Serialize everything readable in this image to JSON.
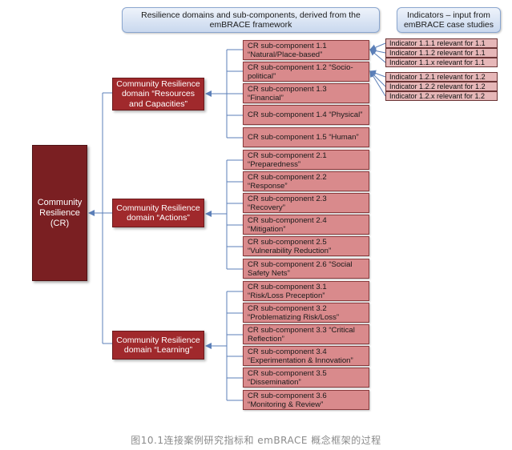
{
  "header": {
    "left": "Resilience domains and sub-components, derived from the embrace framework",
    "left_line1": "Resilience domains and sub-components, derived from the",
    "left_line2": "emBRACE framework",
    "right_line1": "Indicators – input from",
    "right_line2": "emBRACE case studies"
  },
  "root": {
    "line1": "Community",
    "line2": "Resilience",
    "line3": "(CR)"
  },
  "domains": [
    {
      "line1": "Community Resilience",
      "line2": "domain “Resources",
      "line3": "and Capacities”"
    },
    {
      "line1": "Community Resilience",
      "line2": "domain “Actions”"
    },
    {
      "line1": "Community Resilience",
      "line2": "domain “Learning”"
    }
  ],
  "subs": [
    {
      "l1": "CR sub-component 1.1",
      "l2": "“Natural/Place-based”"
    },
    {
      "l1": "CR sub-component 1.2 “Socio-",
      "l2": "political”"
    },
    {
      "l1": "CR sub-component 1.3 “Financial”",
      "l2": ""
    },
    {
      "l1": "CR sub-component 1.4 “Physical”",
      "l2": ""
    },
    {
      "l1": "CR sub-component 1.5 “Human”",
      "l2": ""
    },
    {
      "l1": "CR sub-component 2.1",
      "l2": "“Preparedness”"
    },
    {
      "l1": "CR sub-component 2.2",
      "l2": "“Response”"
    },
    {
      "l1": "CR sub-component 2.3",
      "l2": "“Recovery”"
    },
    {
      "l1": "CR sub-component 2.4",
      "l2": "“Mitigation”"
    },
    {
      "l1": "CR sub-component 2.5",
      "l2": "“Vulnerability Reduction”"
    },
    {
      "l1": "CR sub-component 2.6 “Social",
      "l2": "Safety Nets”"
    },
    {
      "l1": "CR sub-component 3.1",
      "l2": "“Risk/Loss Preception”"
    },
    {
      "l1": "CR sub-component 3.2",
      "l2": "“Problematizing Risk/Loss”"
    },
    {
      "l1": "CR sub-component 3.3 “Critical",
      "l2": "Reflection”"
    },
    {
      "l1": "CR sub-component 3.4",
      "l2": "“Experimentation & Innovation”"
    },
    {
      "l1": "CR sub-component 3.5",
      "l2": "“Dissemination”"
    },
    {
      "l1": "CR sub-component 3.6",
      "l2": "“Monitoring & Review”"
    }
  ],
  "indicators": [
    "Indicator 1.1.1 relevant for 1.1",
    "Indicator 1.1.2 relevant for 1.1",
    "Indicator 1.1.x relevant for 1.1",
    "Indicator 1.2.1 relevant for 1.2",
    "Indicator 1.2.2 relevant for 1.2",
    "Indicator 1.2.x relevant for 1.2"
  ],
  "caption": "图10.1连接案例研究指标和 emBRACE 概念框架的过程",
  "colors": {
    "root": "#7a1f22",
    "domain": "#a0292c",
    "sub": "#d98a8c",
    "indicator": "#e6b7b8",
    "connector": "#5b7fb8",
    "header": "#c9d8ee"
  }
}
